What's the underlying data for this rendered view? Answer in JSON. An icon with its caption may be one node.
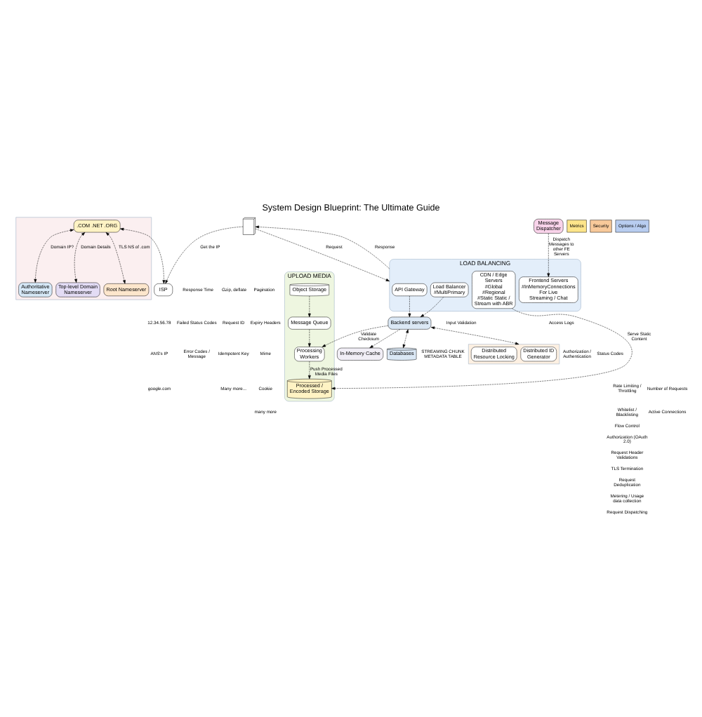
{
  "diagram": {
    "title": "System Design Blueprint: The Ultimate Guide",
    "nodes": [
      {
        "text": [],
        "shape": "box"
      },
      {
        "text": [
          "Authoritative Nameserver"
        ],
        "in": 0
      },
      {
        "text": [
          "Top-level Domain Nameserver"
        ],
        "in": 0
      },
      {
        "text": [
          "Root Nameserver"
        ],
        "in": 0
      },
      {
        "text": [
          ".COM .NET .ORG"
        ],
        "in": 0
      },
      {
        "text": [
          "ISP"
        ]
      },
      {
        "text": [],
        "shape": "picture"
      },
      {
        "text": [
          "LOAD BALANCING"
        ]
      },
      {
        "text": [
          "API Gateway"
        ],
        "in": 7
      },
      {
        "text": [
          "Load Balancer",
          "#MultiPrimary"
        ],
        "in": 7
      },
      {
        "text": [
          "Frontend Servers",
          "#InMemoryConnections For Live Streaming / Chat"
        ],
        "in": 7
      },
      {
        "text": [
          "CDN / Edge Servers",
          "#Global #Regional #Static Static / Stream with ABR"
        ],
        "in": 7
      },
      {
        "text": [
          "Backend servers"
        ]
      },
      {
        "text": [
          "Message Dispatcher"
        ]
      },
      {
        "text": [],
        "shape": "box"
      },
      {
        "text": [
          "Distributed ID Generator"
        ],
        "in": 14
      },
      {
        "text": [
          "Distributed Resource Locking"
        ],
        "in": 14
      },
      {
        "text": [
          "In-Memory Cache"
        ]
      },
      {
        "text": [
          "Databases"
        ]
      },
      {
        "text": [
          "UPLOAD MEDIA"
        ]
      },
      {
        "text": [
          "Object Storage"
        ],
        "in": 19
      },
      {
        "text": [
          "Message Queue"
        ],
        "in": 19
      },
      {
        "text": [
          "Processing Workers"
        ],
        "in": 19
      },
      {
        "text": [
          "Processed / Encoded Storage"
        ],
        "in": 19
      }
    ],
    "edges": [
      {
        "from": 4,
        "to": 1,
        "arrow": "both",
        "label": "Domain IP?",
        "style": "dashed"
      },
      {
        "from": 4,
        "to": 2,
        "arrow": "both",
        "label": "Domain Details",
        "style": "dashed"
      },
      {
        "from": 4,
        "to": 3,
        "arrow": "both",
        "label": "TLS NS of .com",
        "style": "dashed"
      },
      {
        "from": 4,
        "to": 5,
        "arrow": "both",
        "style": "dashed"
      },
      {
        "from": 6,
        "to": 5,
        "arrow": "to",
        "label": "Get the IP",
        "style": "dashed"
      },
      {
        "from": 6,
        "to": 7,
        "arrow": "to",
        "label": "Request",
        "style": "dashed"
      },
      {
        "from": 7,
        "to": 6,
        "arrow": "to",
        "label": "Response",
        "style": "dashed"
      },
      {
        "from": 8,
        "to": 12,
        "arrow": "to",
        "style": "dashed"
      },
      {
        "from": 9,
        "to": 12,
        "arrow": "to",
        "style": "dashed"
      },
      {
        "from": 13,
        "to": 10,
        "arrow": "to",
        "label": "Dispatch Messages to other FE Servers",
        "style": "dashed"
      },
      {
        "from": 11,
        "to": 23,
        "arrow": "to",
        "label": "Serve Static Content",
        "style": "dashed"
      },
      {
        "from": 12,
        "to": 14,
        "arrow": "both",
        "style": "dashed"
      },
      {
        "from": 12,
        "to": 18,
        "arrow": "both",
        "style": "dashed"
      },
      {
        "from": 12,
        "to": 17,
        "arrow": "to",
        "style": "dashed"
      },
      {
        "from": 12,
        "to": 22,
        "arrow": "to",
        "label": "Validate Checksum",
        "style": "dashed"
      },
      {
        "from": 20,
        "to": 21,
        "arrow": "to",
        "style": "dashed"
      },
      {
        "from": 21,
        "to": 22,
        "arrow": "to",
        "style": "dashed"
      },
      {
        "from": 22,
        "to": 23,
        "arrow": "to",
        "label": "Push Processed Media Files",
        "style": "dashed"
      }
    ],
    "labels": [
      "12.34.56.78",
      "ANS's IP",
      "google.com",
      "Gzip, deflate",
      "Request ID",
      "Idempotent Key",
      "Many more...",
      "Pagination",
      "Expiry Headers",
      "Mime",
      "Cookie",
      "many more",
      "Response Time",
      "Failed Status Codes",
      "Error Codes / Message",
      "Input Validation",
      "Authorization / Authentication",
      "Rate Limiting / Throttling",
      "Whitelist / Blacklisting",
      "Flow Control",
      "Authorization (OAuth 2.0)",
      "Request Header Validations",
      "TLS Termination",
      "Request Deduplication",
      "Metering / Usage data collection",
      "Request Dispatching",
      "Access Logs",
      "Status Codes",
      "Number of Requests",
      "Active Connections",
      "STREAMING CHUNK METADATA TABLE"
    ],
    "legend": [
      {
        "text": "Metrics",
        "color": "#fde58a"
      },
      {
        "text": "Security",
        "color": "#f8c99a"
      },
      {
        "text": "Options / Algo",
        "color": "#b8cdf0"
      }
    ]
  }
}
